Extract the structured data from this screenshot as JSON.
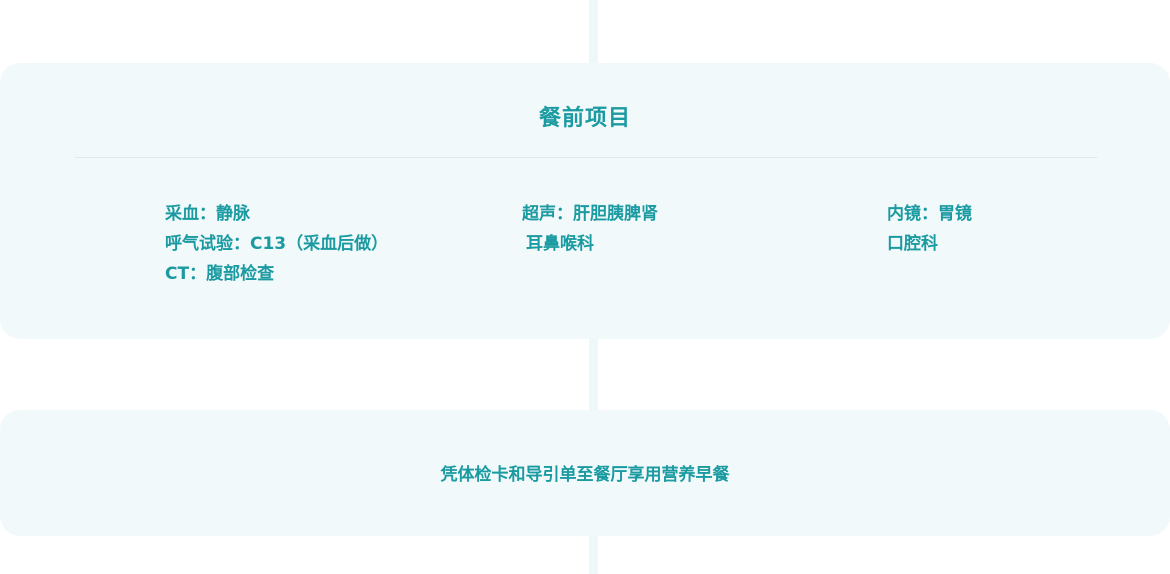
{
  "section_pre_meal": {
    "title": "餐前项目",
    "columns": [
      {
        "items": [
          "采血：静脉",
          "呼气试验：C13（采血后做）",
          "CT：腹部检查"
        ]
      },
      {
        "items": [
          "超声：肝胆胰脾肾",
          "耳鼻喉科"
        ]
      },
      {
        "items": [
          "内镜：胃镜",
          "口腔科"
        ]
      }
    ]
  },
  "section_breakfast": {
    "text": "凭体检卡和导引单至餐厅享用营养早餐"
  },
  "colors": {
    "accent_text": "#1a9aa1",
    "card_background": "#f1f9fb",
    "connector": "#eef8fa"
  }
}
